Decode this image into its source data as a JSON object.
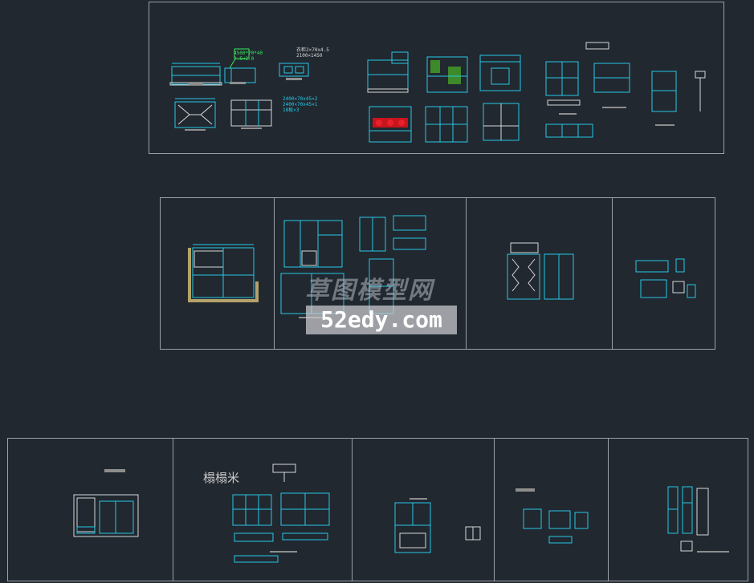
{
  "canvas": {
    "background": "#212830",
    "line_color": "#27c8e6",
    "frame_color": "#9aa0a6",
    "accent_green": "#39e85a",
    "accent_red": "#e8202a"
  },
  "watermark": {
    "line1": "草图模型网",
    "line2": "52edy.com"
  },
  "labels": {
    "furniture_note": "榻榻米",
    "green_note_1": "4500*70*40",
    "green_note_2": "2.5×2.0",
    "spec_note_1": "衣柜2×70x4.5",
    "spec_note_2": "2100×1450",
    "cyan_note_1": "2400×70x45×2",
    "cyan_note_2": "2400×70x45×1",
    "cyan_note_3": "18板×3"
  }
}
